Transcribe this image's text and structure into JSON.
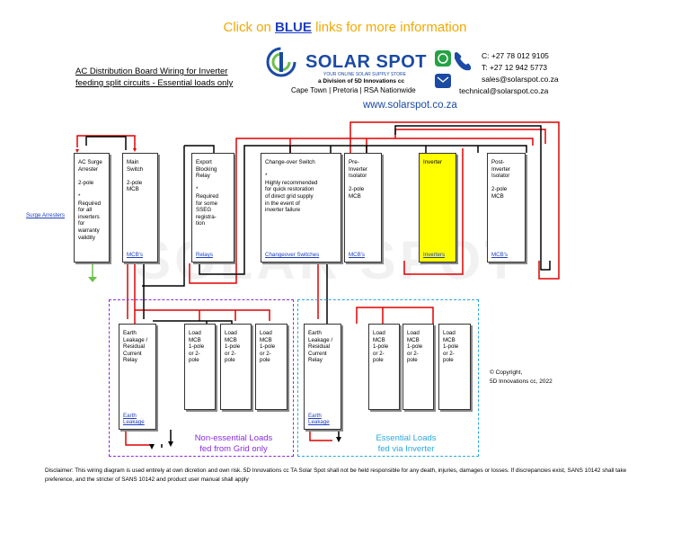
{
  "header": {
    "prefix": "Click on",
    "blue_word": "BLUE",
    "suffix": "links for more information"
  },
  "title": {
    "line1": "AC Distribution Board Wiring for Inverter",
    "line2": "feeding split circuits - Essential loads only"
  },
  "logo": {
    "name": "SOLAR SPOT",
    "tagline": "YOUR ONLINE SOLAR SUPPLY STORE",
    "division": "a Division of 5D Innovations cc",
    "cities": "Cape Town | Pretoria | RSA Nationwide"
  },
  "contact": {
    "phone_c": "C:  +27 78 012 9105",
    "phone_t": "T:  +27 12 942 5773",
    "email_sales": "sales@solarspot.co.za",
    "email_technical": "technical@solarspot.co.za",
    "website": "www.solarspot.co.za"
  },
  "colors": {
    "live_wire": "#e00000",
    "neutral_wire": "#000000",
    "earth_wire": "#6cc04a",
    "link_blue": "#1f3fbf",
    "inverter_fill": "#ffff00",
    "non_essential_zone": "#8a2be2",
    "essential_zone": "#29a8e0",
    "header_orange": "#f2a900",
    "brand_blue": "#1b4aa5"
  },
  "side_links": {
    "surge_arresters": "Surge Arresters"
  },
  "top_row": [
    {
      "name": "surge-arrester",
      "text": "AC Surge\nArrester\n\n2-pole\n\n*\nRequired\nfor all\ninverters\nfor\nwarranty\nvalidity",
      "link": ""
    },
    {
      "name": "main-switch",
      "text": "Main\nSwitch\n\n2-pole\nMCB",
      "link": "MCB's"
    },
    {
      "name": "export-blocking-relay",
      "text": "Export\nBlocking\nRelay\n\n*\nRequired\nfor some\nSSEG\nregistra-\ntion",
      "link": "Relays"
    },
    {
      "name": "changeover-switch",
      "text": "Change-over Switch\n\n*\nHighly recommended\nfor quick restoration\nof direct grid supply\nin the event of\ninverter failure",
      "link": "Changeover Switches"
    },
    {
      "name": "pre-inverter-isolator",
      "text": "Pre-\nInverter\nIsolator\n\n2-pole\nMCB",
      "link": "MCB's"
    },
    {
      "name": "inverter",
      "text": "Inverter",
      "link": "Inverters"
    },
    {
      "name": "post-inverter-isolator",
      "text": "Post-\nInverter\nIsolator\n\n2-pole\nMCB",
      "link": "MCB's"
    }
  ],
  "bottom_left": [
    {
      "name": "earth-leakage-nonessential",
      "text": "Earth\nLeakage /\nResidual\nCurrent\nRelay",
      "link": "Earth\nLeakage"
    },
    {
      "name": "load-mcb-ne-1",
      "text": "Load\nMCB\n1-pole\nor 2-\npole",
      "link": ""
    },
    {
      "name": "load-mcb-ne-2",
      "text": "Load\nMCB\n1-pole\nor 2-\npole",
      "link": ""
    },
    {
      "name": "load-mcb-ne-3",
      "text": "Load\nMCB\n1-pole\nor 2-\npole",
      "link": ""
    }
  ],
  "bottom_right": [
    {
      "name": "earth-leakage-essential",
      "text": "Earth\nLeakage /\nResidual\nCurrent\nRelay",
      "link": "Earth\nLeakage"
    },
    {
      "name": "load-mcb-e-1",
      "text": "Load\nMCB\n1-pole\nor 2-\npole",
      "link": ""
    },
    {
      "name": "load-mcb-e-2",
      "text": "Load\nMCB\n1-pole\nor 2-\npole",
      "link": ""
    },
    {
      "name": "load-mcb-e-3",
      "text": "Load\nMCB\n1-pole\nor 2-\npole",
      "link": ""
    }
  ],
  "zones": {
    "non_essential_label": "Non-essential Loads\nfed from Grid only",
    "essential_label": "Essential Loads\nfed via Inverter"
  },
  "copyright": "© Copyright,\n5D Innovations cc, 2022",
  "disclaimer": "Disclaimer: This wiring diagram is used entirely at own dicretion and own risk. 5D Innovations cc TA Solar Spot shall not be held responsible for any death, injuries, damages or losses.  If discrepancies exist, SANS 10142 shall take preference, and the stricter of SANS 10142 and product user manual shall apply"
}
